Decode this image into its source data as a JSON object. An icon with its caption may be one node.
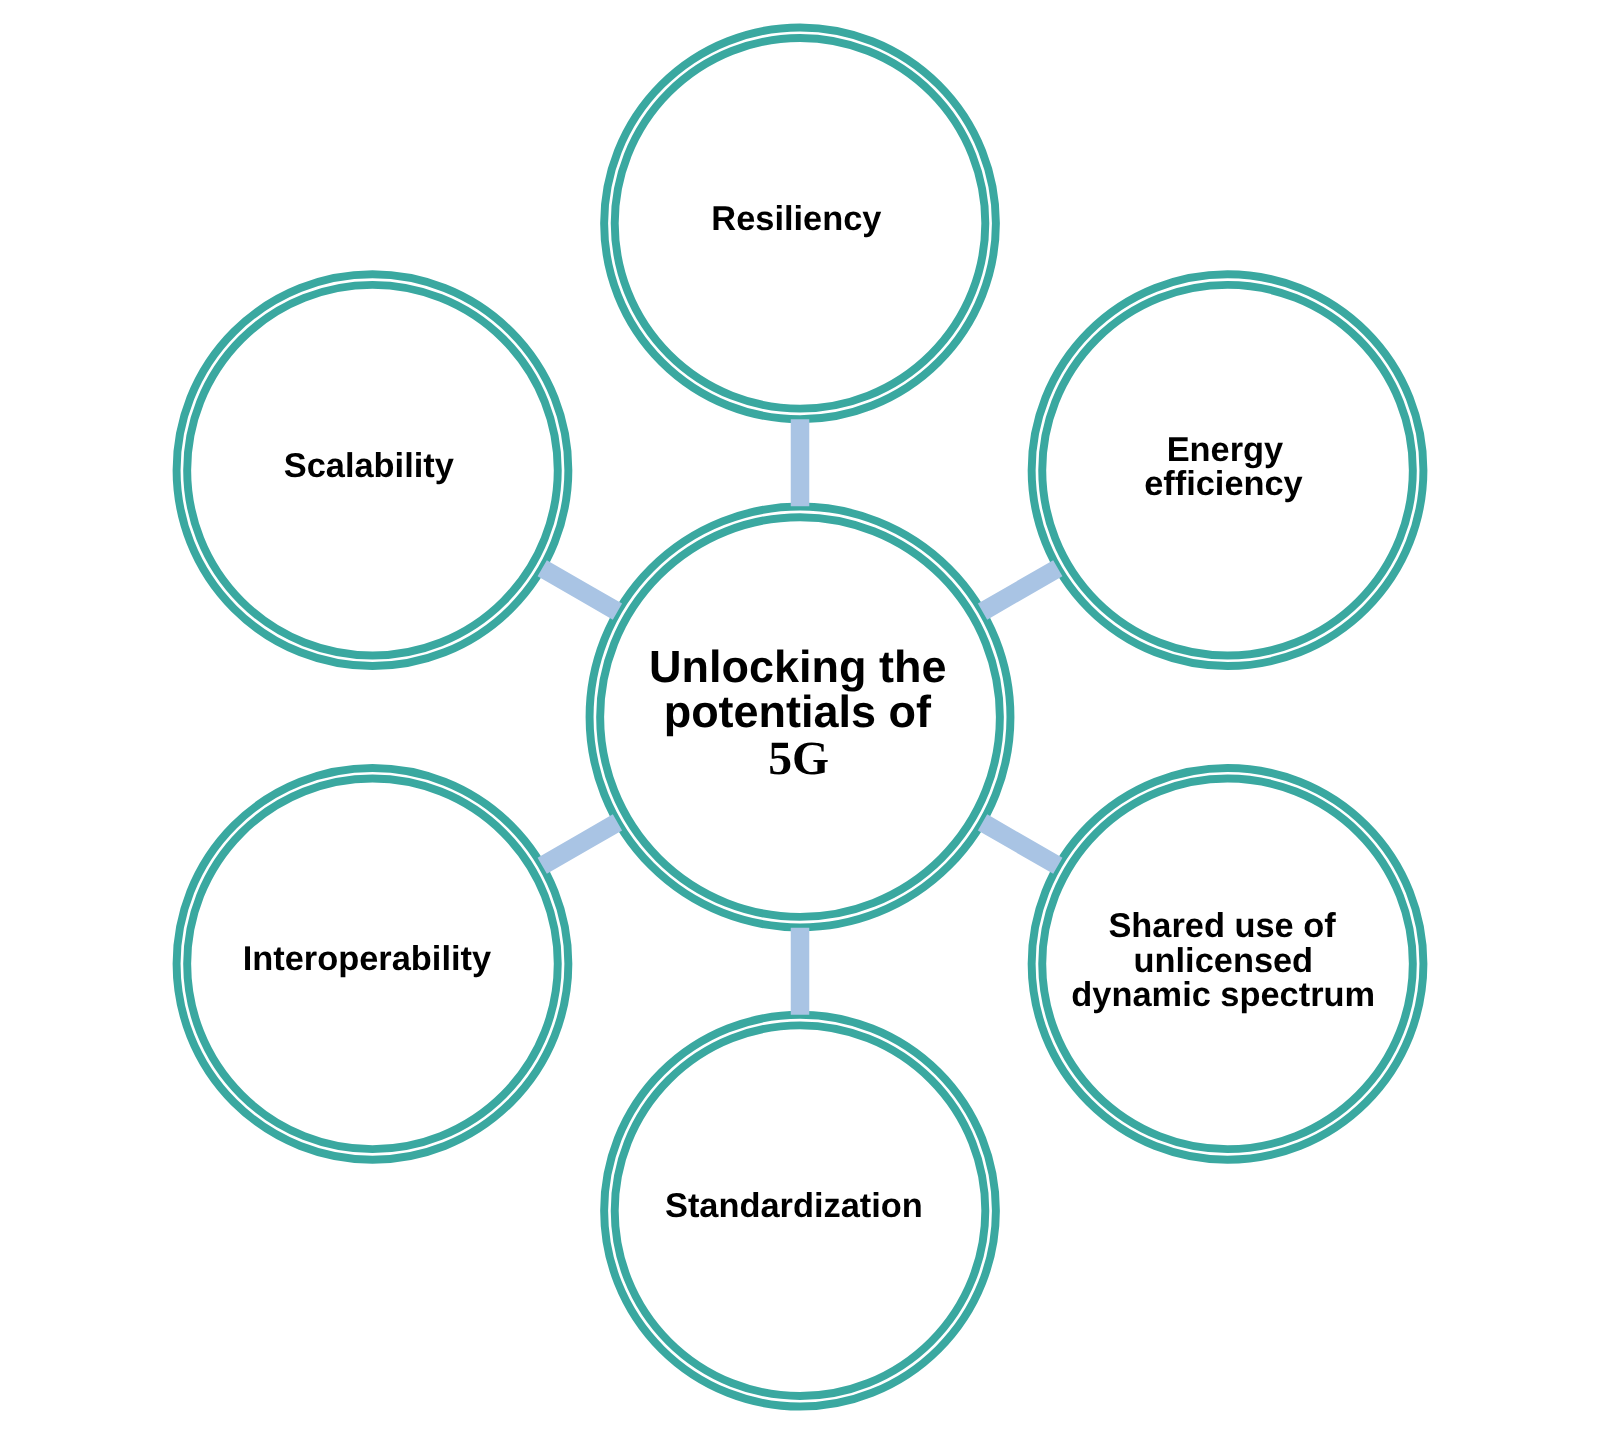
{
  "diagram": {
    "nodes": [
      {
        "text": [
          "Energy efficiency"
        ]
      },
      {
        "text": [
          "Resiliency"
        ]
      },
      {
        "text": [
          "Scalability"
        ]
      },
      {
        "text": [
          "Unlocking the potentials of",
          "5G"
        ]
      },
      {
        "text": [
          "Interoperability"
        ]
      },
      {
        "text": [
          "Standardization"
        ]
      },
      {
        "text": [
          "Shared use of unlicensed dynamic spectrum"
        ]
      }
    ],
    "edges": [
      {
        "from": 3,
        "to": 0,
        "arrow": "none"
      },
      {
        "from": 3,
        "to": 2,
        "arrow": "none"
      },
      {
        "from": 3,
        "to": 5,
        "arrow": "none"
      },
      {
        "from": 3,
        "to": 6,
        "arrow": "none"
      },
      {
        "from": 3,
        "to": 4,
        "arrow": "none"
      },
      {
        "from": 3,
        "to": 1,
        "arrow": "none"
      }
    ]
  }
}
